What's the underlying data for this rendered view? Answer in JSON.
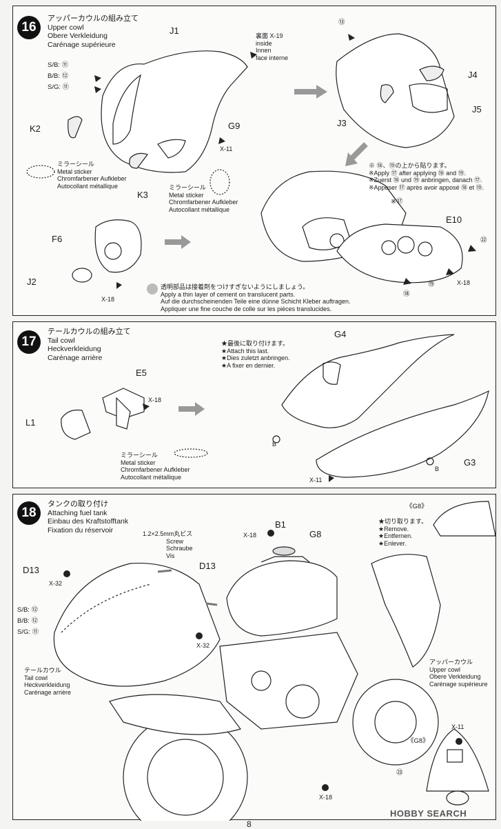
{
  "step16": {
    "number": "16",
    "title_jp": "アッパーカウルの組み立て",
    "title_en": "Upper cowl",
    "title_de": "Obere Verkleidung",
    "title_fr": "Carénage supérieure",
    "part_j1": "J1",
    "inside_jp": "裏面 X-19",
    "inside_en": "inside",
    "inside_de": "Innen",
    "inside_fr": "face interne",
    "sb": "S/B: ⑪",
    "bb": "B/B: ⑫",
    "sg": "S/G: ⑪",
    "part_k2": "K2",
    "part_g9": "G9",
    "x11": "X-11",
    "part_k3": "K3",
    "mirror_jp_1": "ミラーシール",
    "mirror_en_1": "Metal sticker",
    "mirror_de_1": "Chromfarbener Aufkleber",
    "mirror_fr_1": "Autocollant métallique",
    "mirror_jp_2": "ミラーシール",
    "mirror_en_2": "Metal sticker",
    "mirror_de_2": "Chromfarbener Aufkleber",
    "mirror_fr_2": "Autocollant métallique",
    "num13": "⑬",
    "part_j4": "J4",
    "part_j5": "J5",
    "part_j3": "J3",
    "note_jp": "※ ⑱、⑲の上から貼ります。",
    "note_en": "※Apply ⑰ after applying ⑱ and ⑲.",
    "note_de": "※Zuerst ⑱ und ⑲ anbringen, danach ⑰.",
    "note_fr": "※Apposer ⑰ après avoir apposé ⑱ et ⑲.",
    "star17": "※⑰",
    "part_e10": "E10",
    "num22": "㉒",
    "num18": "⑱",
    "num19": "⑲",
    "x18": "X-18",
    "part_f6": "F6",
    "part_j2": "J2",
    "x18_b": "X-18",
    "cement_jp": "透明部品は接着剤をつけすぎないようにしましょう。",
    "cement_en": "Apply a thin layer of cement on translucent parts.",
    "cement_de": "Auf die durchscheinenden Teile eine dünne Schicht Kleber auftragen.",
    "cement_fr": "Appliquer une fine couche de colle sur les pièces translucides."
  },
  "step17": {
    "number": "17",
    "title_jp": "テールカウルの組み立て",
    "title_en": "Tail cowl",
    "title_de": "Heckverkleidung",
    "title_fr": "Carénage arrière",
    "part_e5": "E5",
    "x18": "X-18",
    "part_l1": "L1",
    "mirror_jp": "ミラーシール",
    "mirror_en": "Metal sticker",
    "mirror_de": "Chromfarbener Aufkleber",
    "mirror_fr": "Autocollant métallique",
    "last_jp": "★最後に取り付けます。",
    "last_en": "★Attach this last.",
    "last_de": "★Dies zuletzt anbringen.",
    "last_fr": "★A fixer en dernier.",
    "part_g4": "G4",
    "part_g3": "G3",
    "b1": "B",
    "b2": "B",
    "x11": "X-11"
  },
  "step18": {
    "number": "18",
    "title_jp": "タンクの取り付け",
    "title_en": "Attaching fuel tank",
    "title_de": "Einbau des Kraftstofftank",
    "title_fr": "Fixation du réservoir",
    "screw_jp": "1.2×2.5mm丸ビス",
    "screw_en": "Screw",
    "screw_de": "Schraube",
    "screw_fr": "Vis",
    "part_b1": "B1",
    "part_g8": "G8",
    "x18_top": "X-18",
    "g8_callout": "《G8》",
    "remove_jp": "★切り取ります。",
    "remove_en": "★Remove.",
    "remove_de": "★Entfernen.",
    "remove_fr": "★Enlever.",
    "part_d13_a": "D13",
    "x32_a": "X-32",
    "part_d13_b": "D13",
    "x32_b": "X-32",
    "sb": "S/B: ⑫",
    "bb": "B/B: ⑫",
    "sg": "S/G: ⑪",
    "tail_jp": "テールカウル",
    "tail_en": "Tail cowl",
    "tail_de": "Heckverkleidung",
    "tail_fr": "Carénage arrière",
    "upper_jp": "アッパーカウル",
    "upper_en": "Upper cowl",
    "upper_de": "Obere Verkleidung",
    "upper_fr": "Carénage supérieure",
    "x18_bottom": "X-18",
    "g8_callout_2": "《G8》",
    "x11": "X-11",
    "num23": "㉓"
  },
  "page_number": "8",
  "watermark": "HOBBY SEARCH"
}
